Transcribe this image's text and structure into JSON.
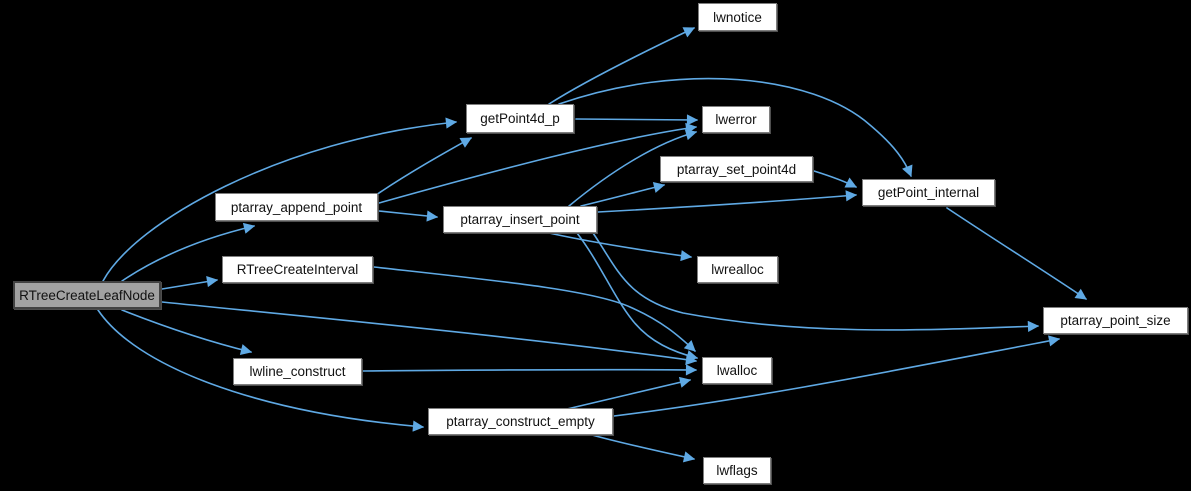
{
  "diagram": {
    "type": "doxygen-call-graph",
    "root_function": "RTreeCreateLeafNode"
  },
  "colors": {
    "background": "#000000",
    "edge": "#5fa9e4",
    "node_fill": "#ffffff",
    "node_border": "#7e7e7e",
    "root_fill": "#a2a2a2",
    "root_border": "#424242",
    "text": "#111111"
  },
  "nodes": {
    "rtree_create_leaf_node": {
      "label": "RTreeCreateLeafNode"
    },
    "ptarray_append_point": {
      "label": "ptarray_append_point"
    },
    "rtree_create_interval": {
      "label": "RTreeCreateInterval"
    },
    "lwline_construct": {
      "label": "lwline_construct"
    },
    "ptarray_construct_empty": {
      "label": "ptarray_construct_empty"
    },
    "get_point4d_p": {
      "label": "getPoint4d_p"
    },
    "ptarray_insert_point": {
      "label": "ptarray_insert_point"
    },
    "lwnotice": {
      "label": "lwnotice"
    },
    "lwerror": {
      "label": "lwerror"
    },
    "ptarray_set_point4d": {
      "label": "ptarray_set_point4d"
    },
    "lwrealloc": {
      "label": "lwrealloc"
    },
    "lwalloc": {
      "label": "lwalloc"
    },
    "lwflags": {
      "label": "lwflags"
    },
    "get_point_internal": {
      "label": "getPoint_internal"
    },
    "ptarray_point_size": {
      "label": "ptarray_point_size"
    }
  },
  "edges": [
    {
      "from": "RTreeCreateLeafNode",
      "to": "getPoint4d_p"
    },
    {
      "from": "RTreeCreateLeafNode",
      "to": "ptarray_append_point"
    },
    {
      "from": "RTreeCreateLeafNode",
      "to": "RTreeCreateInterval"
    },
    {
      "from": "RTreeCreateLeafNode",
      "to": "lwline_construct"
    },
    {
      "from": "RTreeCreateLeafNode",
      "to": "ptarray_construct_empty"
    },
    {
      "from": "RTreeCreateLeafNode",
      "to": "lwalloc"
    },
    {
      "from": "ptarray_append_point",
      "to": "getPoint4d_p"
    },
    {
      "from": "ptarray_append_point",
      "to": "lwerror"
    },
    {
      "from": "ptarray_append_point",
      "to": "ptarray_insert_point"
    },
    {
      "from": "getPoint4d_p",
      "to": "lwnotice"
    },
    {
      "from": "getPoint4d_p",
      "to": "getPoint_internal"
    },
    {
      "from": "getPoint4d_p",
      "to": "lwerror"
    },
    {
      "from": "ptarray_insert_point",
      "to": "lwerror"
    },
    {
      "from": "ptarray_insert_point",
      "to": "ptarray_set_point4d"
    },
    {
      "from": "ptarray_insert_point",
      "to": "getPoint_internal"
    },
    {
      "from": "ptarray_insert_point",
      "to": "lwrealloc"
    },
    {
      "from": "ptarray_insert_point",
      "to": "lwalloc"
    },
    {
      "from": "ptarray_insert_point",
      "to": "ptarray_point_size"
    },
    {
      "from": "ptarray_set_point4d",
      "to": "getPoint_internal"
    },
    {
      "from": "getPoint_internal",
      "to": "ptarray_point_size"
    },
    {
      "from": "RTreeCreateInterval",
      "to": "lwalloc"
    },
    {
      "from": "lwline_construct",
      "to": "lwalloc"
    },
    {
      "from": "ptarray_construct_empty",
      "to": "lwalloc"
    },
    {
      "from": "ptarray_construct_empty",
      "to": "ptarray_point_size"
    },
    {
      "from": "ptarray_construct_empty",
      "to": "lwflags"
    }
  ]
}
